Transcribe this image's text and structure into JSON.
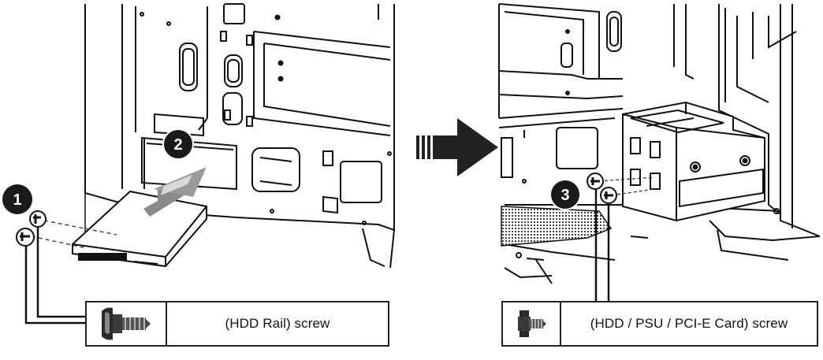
{
  "steps": {
    "step1": "1",
    "step2": "2",
    "step3": "3"
  },
  "labels": {
    "left_screw": "(HDD Rail) screw",
    "right_screw": "(HDD / PSU / PCI-E Card) screw"
  },
  "icons": {
    "left_screw_icon": "hdd-rail-screw-icon",
    "right_screw_icon": "hdd-psu-pcie-screw-icon",
    "arrow": "right-arrow-icon"
  },
  "colors": {
    "line": "#111111",
    "badge": "#1a1a1a",
    "mesh": "#2a2a2a",
    "arrow_fill": "#222222"
  }
}
